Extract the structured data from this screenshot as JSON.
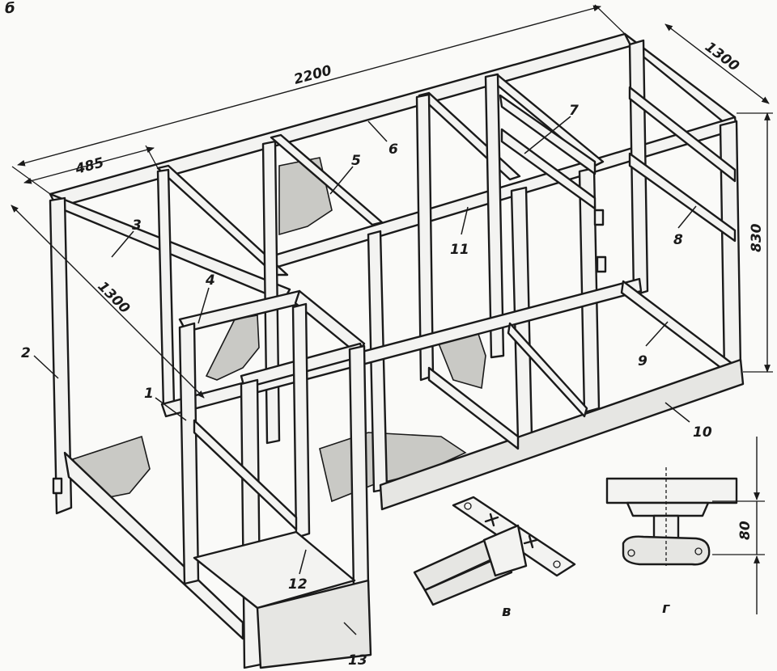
{
  "figure": {
    "main_label": "б",
    "detail_v_label": "в",
    "detail_g_label": "г"
  },
  "dimensions": {
    "total_length": "2200",
    "section_width": "485",
    "depth_right": "1300",
    "depth_left": "1300",
    "height": "830",
    "bracket_height": "80"
  },
  "parts": [
    "1",
    "2",
    "3",
    "4",
    "5",
    "6",
    "7",
    "8",
    "9",
    "10",
    "11",
    "12",
    "13"
  ]
}
